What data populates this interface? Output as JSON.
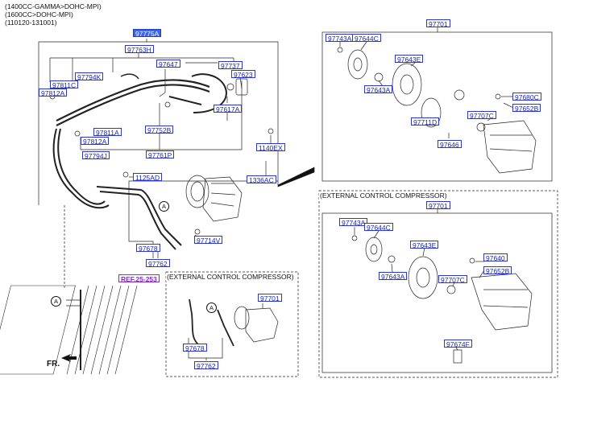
{
  "header": {
    "line1": "(1400CC-GAMMA>DOHC-MPI)",
    "line2": "(1600CC>DOHC-MPI)",
    "line3": "(110120-131001)"
  },
  "sections": {
    "ext_control_1": "(EXTERNAL CONTROL COMPRESSOR)",
    "ext_control_2": "(EXTERNAL CONTROL COMPRESSOR)"
  },
  "markers": {
    "a": "A"
  },
  "direction": {
    "front": "FR."
  },
  "parts": {
    "p97775A": "97775A",
    "p97763H": "97763H",
    "p97647": "97647",
    "p97737": "97737",
    "p97623": "97623",
    "p97794K": "97794K",
    "p97811C": "97811C",
    "p97812A_1": "97812A",
    "p97617A": "97617A",
    "p97811A": "97811A",
    "p97812A_2": "97812A",
    "p97752B": "97752B",
    "p97794J": "97794J",
    "p97761P": "97761P",
    "p1140EX": "1140EX",
    "p1125AD": "1125AD",
    "p1336AC": "1336AC",
    "p97714V": "97714V",
    "p97678_1": "97678",
    "p97762_1": "97762",
    "ref25253": "REF.25-253",
    "p97701_small": "97701",
    "p97678_2": "97678",
    "p97762_2": "97762",
    "tr97701": "97701",
    "tr97743A": "97743A",
    "tr97644C": "97644C",
    "tr97643E": "97643E",
    "tr97643A": "97643A",
    "tr97680C": "97680C",
    "tr97652B": "97652B",
    "tr97707C": "97707C",
    "tr97711D": "97711D",
    "tr97646": "97646",
    "br97701": "97701",
    "br97743A": "97743A",
    "br97644C": "97644C",
    "br97643E": "97643E",
    "br97640": "97640",
    "br97643A": "97643A",
    "br97707C": "97707C",
    "br97652B": "97652B",
    "br97674F": "97674F"
  }
}
